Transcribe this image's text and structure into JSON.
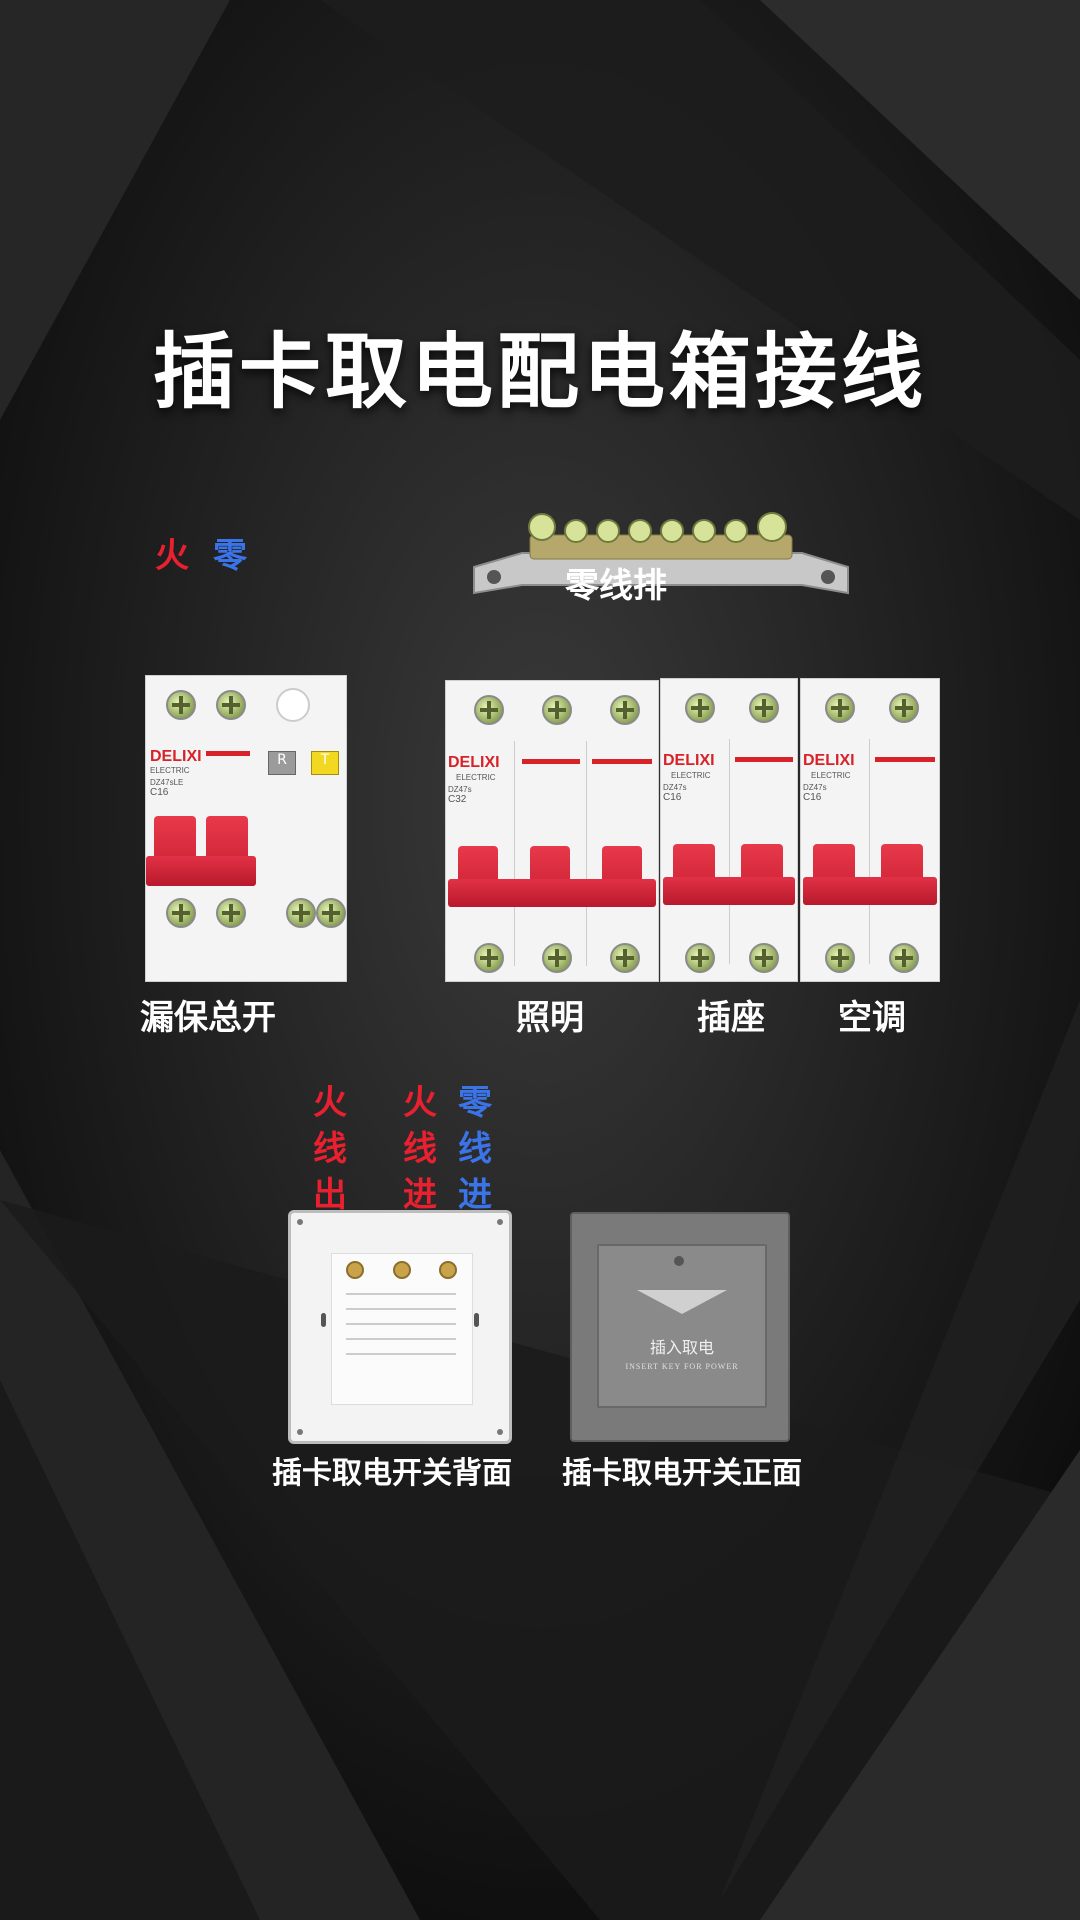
{
  "title": "插卡取电配电箱接线",
  "legend": {
    "live": "火",
    "neutral": "零"
  },
  "neutral_bar_label": "零线排",
  "breakers": [
    {
      "label": "漏保总开",
      "brand": "DELIXI",
      "sub": "ELECTRIC",
      "model": "DZ47sLE",
      "rating": "C16",
      "rcd_r": "R",
      "rcd_t": "T"
    },
    {
      "label": "照明",
      "brand": "DELIXI",
      "sub": "ELECTRIC",
      "model": "DZ47s",
      "rating": "C32"
    },
    {
      "label": "插座",
      "brand": "DELIXI",
      "sub": "ELECTRIC",
      "model": "DZ47s",
      "rating": "C16"
    },
    {
      "label": "空调",
      "brand": "DELIXI",
      "sub": "ELECTRIC",
      "model": "DZ47s",
      "rating": "C16"
    }
  ],
  "wire_labels": {
    "live_out": [
      "火",
      "线",
      "出"
    ],
    "live_in": [
      "火",
      "线",
      "进"
    ],
    "neutral_in": [
      "零",
      "线",
      "进"
    ]
  },
  "switch_back_label": "插卡取电开关背面",
  "switch_front_label": "插卡取电开关正面",
  "switch_front_text": "插入取电",
  "switch_front_subtext": "INSERT KEY FOR POWER",
  "colors": {
    "live": "#e8202f",
    "neutral": "#3a74e8",
    "text": "#ffffff",
    "background": "#151515"
  }
}
